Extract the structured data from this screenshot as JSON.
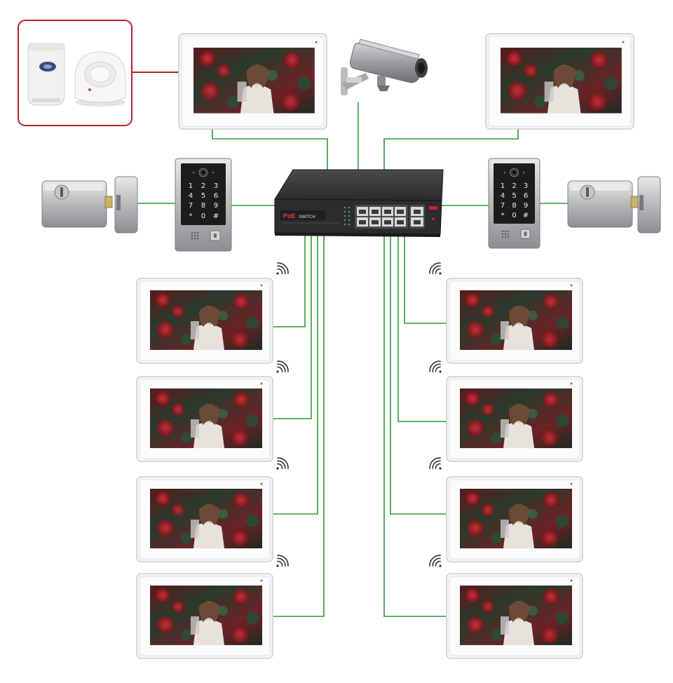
{
  "switch": {
    "brand": "PoE",
    "model": "SWITCH"
  },
  "keypad": {
    "keys": [
      "1",
      "2",
      "3",
      "4",
      "5",
      "6",
      "7",
      "8",
      "9",
      "*",
      "0",
      "#"
    ]
  },
  "colors": {
    "wire": "#2f9a3a",
    "sensor_group_border": "#b4202a",
    "switch_body": "#2e2e30",
    "panel_body": "#a8a8aa",
    "panel_face": "#1c1c1e"
  },
  "icons": {
    "motion_sensor": "motion-sensor-icon",
    "smoke_detector": "smoke-detector-icon",
    "camera": "cctv-camera-icon",
    "lock": "electric-lock-icon",
    "wifi": "wifi-signal-icon"
  }
}
